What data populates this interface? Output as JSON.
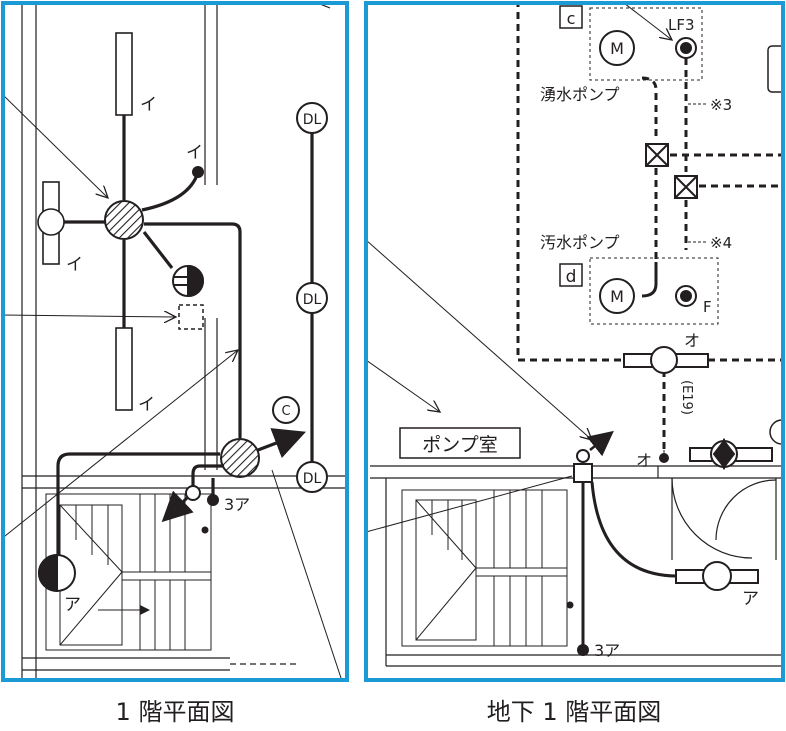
{
  "captions": {
    "floor1": "1 階平面図",
    "basement1": "地下 1 階平面図"
  },
  "floor1": {
    "labels": {
      "i_top": "イ",
      "i_mid": "イ",
      "i_left": "イ",
      "i_bottom": "イ",
      "a_left": "ア",
      "a_3": "3ア"
    },
    "dl": [
      "DL",
      "DL",
      "DL"
    ],
    "c_badge": "C"
  },
  "basement1": {
    "box_c": "c",
    "box_d": "d",
    "lf3": "LF3",
    "f": "F",
    "m": "M",
    "yusui": "湧水ポンプ",
    "osui": "汚水ポンプ",
    "note3": "※3",
    "note4": "※4",
    "o_top": "オ",
    "o_left": "オ",
    "e19": "(E19)",
    "room": "ポンプ室",
    "a_right": "ア",
    "a_3": "3ア"
  },
  "colors": {
    "frame": "#1b9ad6",
    "line": "#231f20"
  }
}
